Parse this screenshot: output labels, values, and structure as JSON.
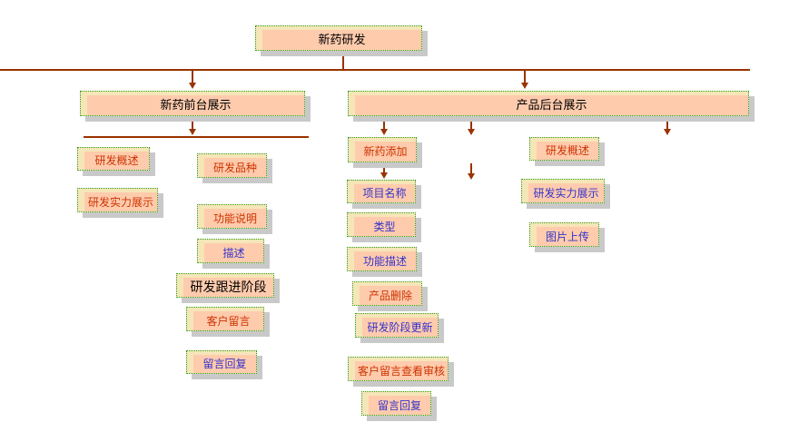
{
  "colors": {
    "box_fill": "#FFCBAD",
    "box_back": "#F5E6B8",
    "selection_border": "#2F9E1E",
    "shadow": "#C9C9C9",
    "connector": "#993300",
    "red_text": "#CC3300",
    "blue_text": "#3333CC",
    "black_text": "#000000"
  },
  "root": {
    "label": "新药研发",
    "color": "black"
  },
  "front": {
    "label": "新药前台展示",
    "color": "black",
    "items": [
      {
        "label": "研发概述",
        "color": "red"
      },
      {
        "label": "研发品种",
        "color": "red"
      },
      {
        "label": "研发实力展示",
        "color": "red"
      },
      {
        "label": "功能说明",
        "color": "red"
      },
      {
        "label": "描述",
        "color": "blue"
      },
      {
        "label": "研发跟进阶段",
        "color": "black"
      },
      {
        "label": "客户留言",
        "color": "red"
      },
      {
        "label": "留言回复",
        "color": "blue"
      }
    ]
  },
  "back": {
    "label": "产品后台展示",
    "color": "black",
    "flow": [
      {
        "label": "新药添加",
        "color": "red"
      },
      {
        "label": "项目名称",
        "color": "blue"
      },
      {
        "label": "类型",
        "color": "blue"
      },
      {
        "label": "功能描述",
        "color": "blue"
      },
      {
        "label": "产品删除",
        "color": "red"
      },
      {
        "label": "研发阶段更新",
        "color": "blue"
      },
      {
        "label": "客户留言查看审核",
        "color": "red"
      },
      {
        "label": "留言回复",
        "color": "blue"
      }
    ],
    "side": [
      {
        "label": "研发概述",
        "color": "red"
      },
      {
        "label": "研发实力展示",
        "color": "blue"
      },
      {
        "label": "图片上传",
        "color": "blue"
      }
    ]
  }
}
